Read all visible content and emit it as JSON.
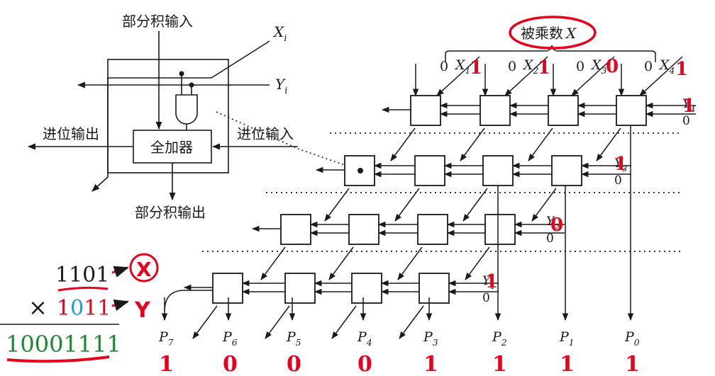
{
  "cell_diagram": {
    "partial_in": "部分积输入",
    "partial_out": "部分积输出",
    "carry_out": "进位输出",
    "carry_in": "进位输入",
    "full_adder": "全加器",
    "xi_base": "X",
    "xi_sub": "i",
    "yi_base": "Y",
    "yi_sub": "i"
  },
  "array": {
    "multiplicand_label": "被乘数",
    "multiplicand_var": "X",
    "top_zero": "0",
    "x_inputs": [
      {
        "base": "X",
        "sub": "1"
      },
      {
        "base": "X",
        "sub": "2"
      },
      {
        "base": "X",
        "sub": "3"
      },
      {
        "base": "X",
        "sub": "4"
      }
    ],
    "y_inputs": [
      {
        "base": "Y",
        "sub": "4"
      },
      {
        "base": "Y",
        "sub": "3"
      },
      {
        "base": "Y",
        "sub": "2"
      },
      {
        "base": "Y",
        "sub": "1"
      }
    ],
    "carry_zero": "0",
    "products": [
      {
        "base": "P",
        "sub": "7"
      },
      {
        "base": "P",
        "sub": "6"
      },
      {
        "base": "P",
        "sub": "5"
      },
      {
        "base": "P",
        "sub": "4"
      },
      {
        "base": "P",
        "sub": "3"
      },
      {
        "base": "P",
        "sub": "2"
      },
      {
        "base": "P",
        "sub": "1"
      },
      {
        "base": "P",
        "sub": "0"
      }
    ]
  },
  "annotations": {
    "multiplicand": "1101",
    "times_sign": "×",
    "multiplier_first": "1",
    "multiplier_zero": "0",
    "multiplier_rest": "11",
    "product": "10001111",
    "circled_x": "X",
    "circled_y": "Y",
    "x_marks": [
      "1",
      "1",
      "0",
      "1"
    ],
    "y_marks": [
      "1",
      "1",
      "0",
      "1"
    ],
    "product_marks": [
      "1",
      "0",
      "0",
      "0",
      "1",
      "1",
      "1",
      "1"
    ]
  },
  "colors": {
    "ink": "#1a1a1a",
    "annotation_red": "#e8001c",
    "multiplier_blue": "#1aa0d8",
    "product_green": "#1a8a2e"
  }
}
